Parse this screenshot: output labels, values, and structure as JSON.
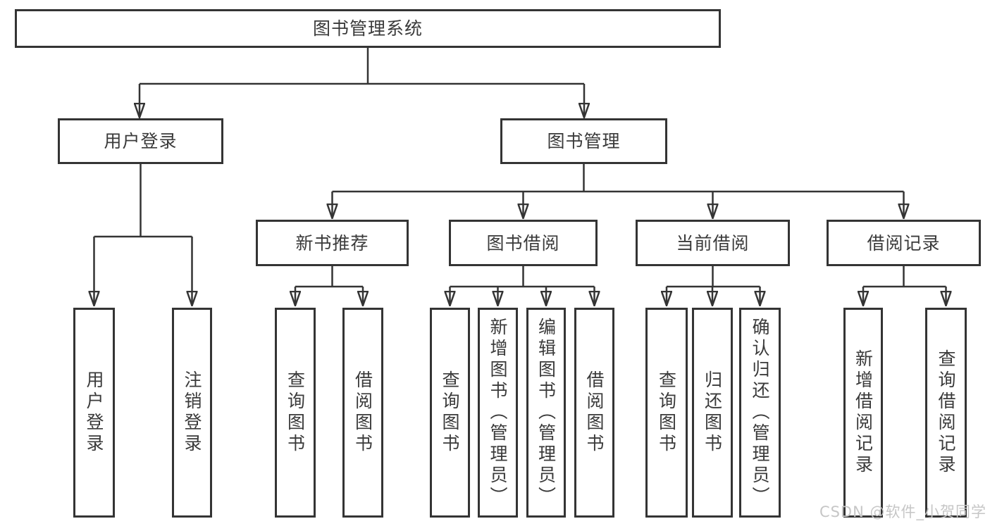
{
  "title": "图书管理系统",
  "tree": {
    "label": "图书管理系统",
    "children": [
      {
        "label": "用户登录",
        "children": [
          {
            "label": "用户登录"
          },
          {
            "label": "注销登录"
          }
        ]
      },
      {
        "label": "图书管理",
        "children": [
          {
            "label": "新书推荐",
            "children": [
              {
                "label": "查询图书"
              },
              {
                "label": "借阅图书"
              }
            ]
          },
          {
            "label": "图书借阅",
            "children": [
              {
                "label": "查询图书"
              },
              {
                "label": "新增图书（管理员）"
              },
              {
                "label": "编辑图书（管理员）"
              },
              {
                "label": "借阅图书"
              }
            ]
          },
          {
            "label": "当前借阅",
            "children": [
              {
                "label": "查询图书"
              },
              {
                "label": "归还图书"
              },
              {
                "label": "确认归还（管理员）"
              }
            ]
          },
          {
            "label": "借阅记录",
            "children": [
              {
                "label": "新增借阅记录"
              },
              {
                "label": "查询借阅记录"
              }
            ]
          }
        ]
      }
    ]
  },
  "watermark": "CSDN @软件_小贺同学",
  "colors": {
    "line": "#343434",
    "text": "#3a3a3a",
    "watermark": "#c6c6c6",
    "background": "#ffffff"
  }
}
